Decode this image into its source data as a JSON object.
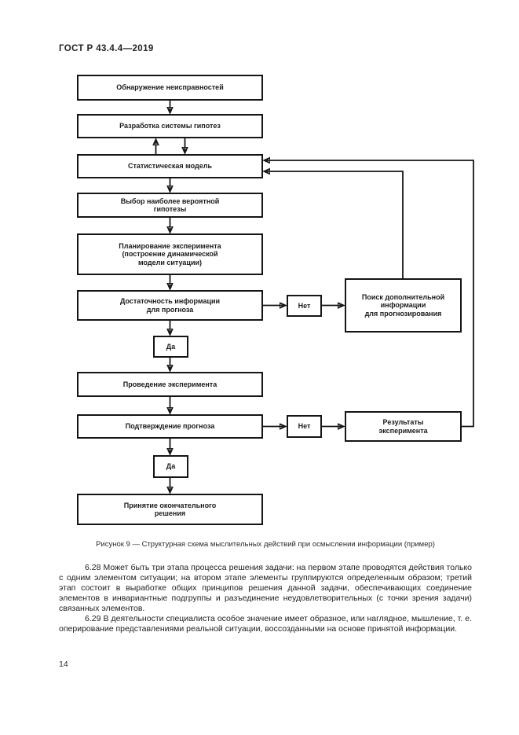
{
  "page": {
    "header": "ГОСТ Р 43.4.4—2019",
    "page_number": "14"
  },
  "figure": {
    "caption": "Рисунок 9 — Структурная схема мыслительных действий при осмыслении информации (пример)",
    "nodes": {
      "detect_faults": "Обнаружение неисправностей",
      "develop_hypotheses": "Разработка системы гипотез",
      "statistical_model": "Статистическая модель",
      "select_hypothesis": "Выбор наиболее вероятной\nгипотезы",
      "plan_experiment": "Планирование эксперимента\n(построение динамической\nмодели ситуации)",
      "info_sufficiency": "Достаточность информации\nдля прогноза",
      "yes1": "Да",
      "run_experiment": "Проведение эксперимента",
      "confirm_forecast": "Подтверждение прогноза",
      "yes2": "Да",
      "final_decision": "Принятие окончательного\nрешения",
      "no1": "Нет",
      "search_info": "Поиск дополнительной\nинформации\nдля прогнозирования",
      "no2": "Нет",
      "experiment_results": "Результаты\nэксперимента"
    }
  },
  "body": {
    "p628": "6.28 Может быть три этапа процесса решения задачи: на первом этапе проводятся действия только с одним элементом ситуации; на втором этапе элементы группируются определенным образом; третий этап состоит в выработке общих принципов решения данной задачи, обеспечивающих соединение элементов в инвариантные подгруппы и разъединение неудовлетворительных (с точки зрения задачи) связанных элементов.",
    "p629": "6.29 В деятельности специалиста особое значение имеет образное, или наглядное, мышление, т. е. оперирование представлениями реальной ситуации, воссозданными на основе принятой информации."
  }
}
